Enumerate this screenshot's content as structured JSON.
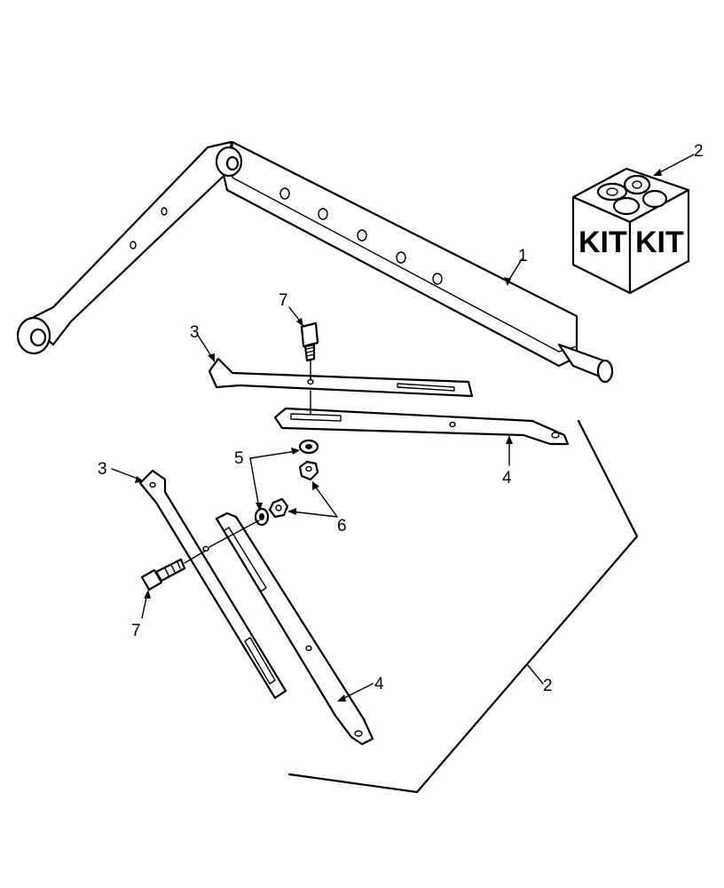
{
  "callouts": {
    "c1": "1",
    "c2_kit": "2",
    "c2_group": "2",
    "c3_top": "3",
    "c3_left": "3",
    "c4_top": "4",
    "c4_bottom": "4",
    "c5": "5",
    "c6": "6",
    "c7_top": "7",
    "c7_bottom": "7"
  },
  "kit": {
    "left_label": "KIT",
    "right_label": "KIT"
  }
}
